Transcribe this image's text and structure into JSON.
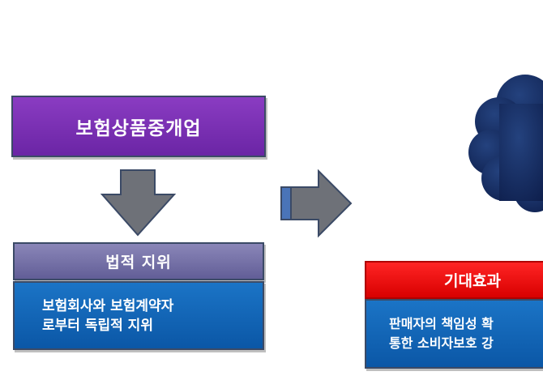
{
  "product_box": {
    "label": "보험상품중개업"
  },
  "legal_status": {
    "header": "법적 지위",
    "lines": [
      "보험회사와 보험계약자",
      "로부터 독립적 지위"
    ]
  },
  "expected_effect": {
    "header": "기대효과",
    "lines": [
      "판매자의 책임성 확",
      "통한 소비자보호 강"
    ]
  },
  "colors": {
    "purple": "#6b25a5",
    "lavender": "#625e97",
    "blue": "#0b57a6",
    "red": "#d80000",
    "arrow_gray": "#6e7178",
    "cloud_navy": "#14285c"
  },
  "icons": [
    "down-arrow-icon",
    "right-arrow-icon",
    "cloud-shape"
  ]
}
